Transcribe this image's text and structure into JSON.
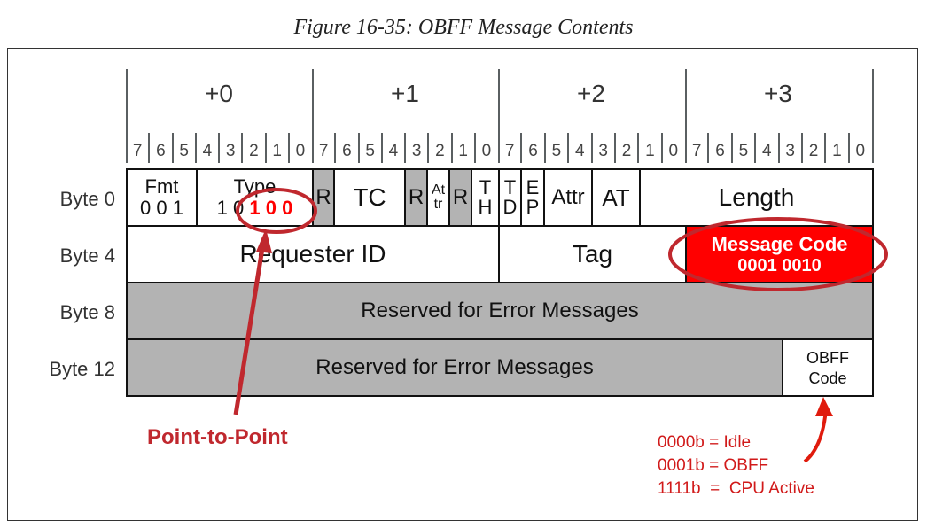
{
  "figure": {
    "title": "Figure 16-35: OBFF Message Contents"
  },
  "header": {
    "bytes": [
      "+0",
      "+1",
      "+2",
      "+3"
    ],
    "bits": [
      "7",
      "6",
      "5",
      "4",
      "3",
      "2",
      "1",
      "0"
    ]
  },
  "rows": {
    "labels": [
      "Byte 0",
      "Byte 4",
      "Byte 8",
      "Byte 12"
    ]
  },
  "byte0": {
    "fmt_label": "Fmt",
    "fmt_value": "0 0 1",
    "type_label": "Type",
    "type_value_prefix": "1 0",
    "type_value_highlight": "1 0 0",
    "r1": "R",
    "tc": "TC",
    "r2": "R",
    "attr_small": "At tr",
    "r3": "R",
    "th_t": "T",
    "th_h": "H",
    "td_t": "T",
    "td_d": "D",
    "ep_e": "E",
    "ep_p": "P",
    "attr": "Attr",
    "at": "AT",
    "length": "Length"
  },
  "byte4": {
    "requester_id": "Requester ID",
    "tag": "Tag",
    "message_code_label": "Message Code",
    "message_code_value": "0001 0010"
  },
  "byte8": {
    "reserved": "Reserved for Error Messages"
  },
  "byte12": {
    "reserved": "Reserved for Error Messages",
    "obff_code_1": "OBFF",
    "obff_code_2": "Code"
  },
  "annotations": {
    "point_to_point": "Point-to-Point",
    "codes": [
      "0000b = Idle",
      "0001b = OBFF",
      "1111b  =  CPU Active"
    ]
  },
  "colors": {
    "accent_red": "#ff0000",
    "annotation_red": "#d11a1a",
    "ellipse": "#c0282e",
    "reserved_gray": "#b3b3b3"
  }
}
